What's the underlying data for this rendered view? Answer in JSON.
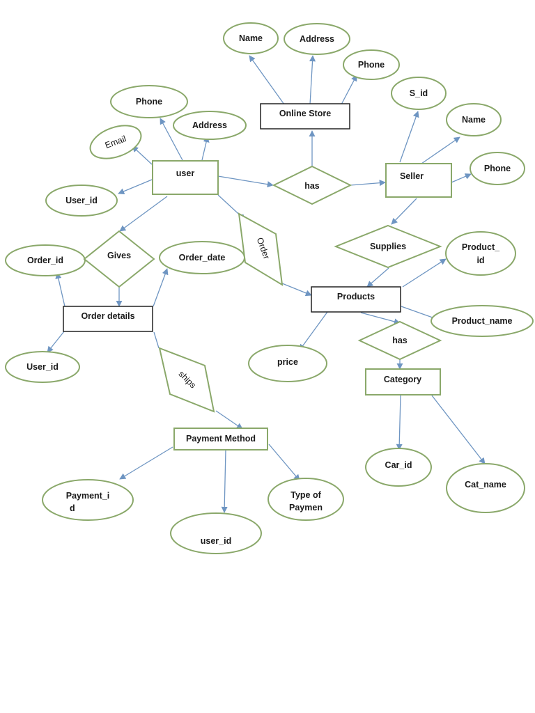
{
  "entities": {
    "online_store": "Online Store",
    "user": "user",
    "seller": "Seller",
    "order_details": "Order details",
    "products": "Products",
    "category": "Category",
    "payment_method": "Payment Method"
  },
  "relationships": {
    "store_has": "has",
    "supplies": "Supplies",
    "gives": "Gives",
    "order": "Order",
    "product_has": "has",
    "ships": "ships"
  },
  "attributes": {
    "store_name": "Name",
    "store_address": "Address",
    "store_phone": "Phone",
    "user_phone": "Phone",
    "user_address": "Address",
    "user_email": "Email",
    "user_user_id": "User_id",
    "seller_s_id": "S_id",
    "seller_name": "Name",
    "seller_phone": "Phone",
    "order_id": "Order_id",
    "order_date": "Order_date",
    "od_user_id": "User_id",
    "product_id_line1": "Product_",
    "product_id_line2": "id",
    "product_name": "Product_name",
    "price": "price",
    "car_id": "Car_id",
    "cat_name": "Cat_name",
    "payment_id_line1": "Payment_i",
    "payment_id_line2": "d",
    "type_line1": "Type of",
    "type_line2": "Paymen",
    "pm_user_id": "user_id"
  },
  "colors": {
    "attribute_border": "#8aa86a",
    "connector": "#6e95c2",
    "entity_border": "#222222"
  }
}
